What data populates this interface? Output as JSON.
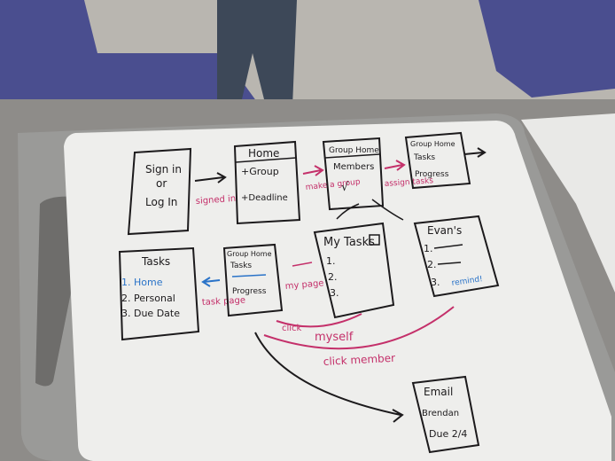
{
  "scene": {
    "description_hidden": "",
    "colors": {
      "ink_black": "#1c1a1c",
      "ink_pink": "#c4306a",
      "board": "#eeeeec",
      "tray": "#9a9a98",
      "floor": "#b9b6b0",
      "chair": "#4a4e8f"
    }
  },
  "sketches": {
    "signin": {
      "line1": "Sign in",
      "line2": "or",
      "line3": "Log In"
    },
    "home": {
      "title": "Home",
      "item1": "+Group",
      "item2": "+Deadline"
    },
    "members": {
      "title": "Group Home",
      "item1": "Members",
      "check": "√"
    },
    "tasks_progress": {
      "title": "Group Home",
      "item1": "Tasks",
      "item2": "Progress"
    },
    "tasks": {
      "title": "Tasks",
      "item1": "1. Home",
      "item2": "2. Personal",
      "item3": "3. Due Date"
    },
    "gh2": {
      "title": "Group Home",
      "item1": "Tasks",
      "item3": "Progress"
    },
    "mytasks": {
      "title": "My Tasks",
      "i1": "1.",
      "i2": "2.",
      "i3": "3."
    },
    "evans": {
      "title": "Evan's",
      "i1": "1.",
      "i2": "2.",
      "i3": "3.",
      "remind": "remind!"
    },
    "email": {
      "l1": "Email",
      "l2": "Brendan",
      "l3": "Due 2/4"
    }
  },
  "annotations": {
    "signed_in": "signed in",
    "make_group": "make a group",
    "assign_tasks": "assign tasks",
    "task_page": "task page",
    "my_page": "my page",
    "click": "click",
    "myself": "myself",
    "click_member": "click member"
  }
}
